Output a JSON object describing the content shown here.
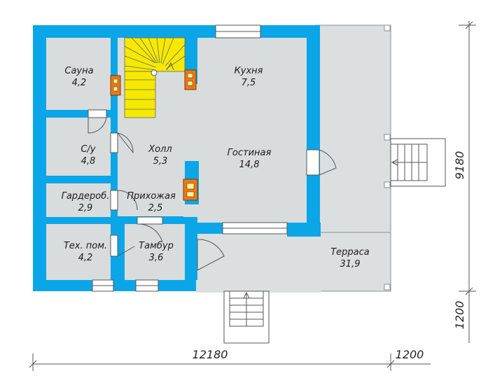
{
  "rooms": {
    "sauna": {
      "name": "Сауна",
      "area": "4,2"
    },
    "wc": {
      "name": "С/у",
      "area": "4,8"
    },
    "wardrobe": {
      "name": "Гардероб.",
      "area": "2,9"
    },
    "tech": {
      "name": "Тех. пом.",
      "area": "4,2"
    },
    "hall": {
      "name": "Холл",
      "area": "5,3"
    },
    "entry": {
      "name": "Прихожая",
      "area": "2,5"
    },
    "vestibule": {
      "name": "Тамбур",
      "area": "3,6"
    },
    "kitchen": {
      "name": "Кухня",
      "area": "7,5"
    },
    "living": {
      "name": "Гостиная",
      "area": "14,8"
    },
    "terrace": {
      "name": "Терраса",
      "area": "31,9"
    }
  },
  "dimensions": {
    "bottom_main": "12180",
    "bottom_extra": "1200",
    "right_main": "9180",
    "right_extra": "1200"
  },
  "colors": {
    "wall": "#0aa6e8",
    "floor": "#d9dcdd",
    "stair": "#f5e900",
    "stove": "#e87a18"
  }
}
